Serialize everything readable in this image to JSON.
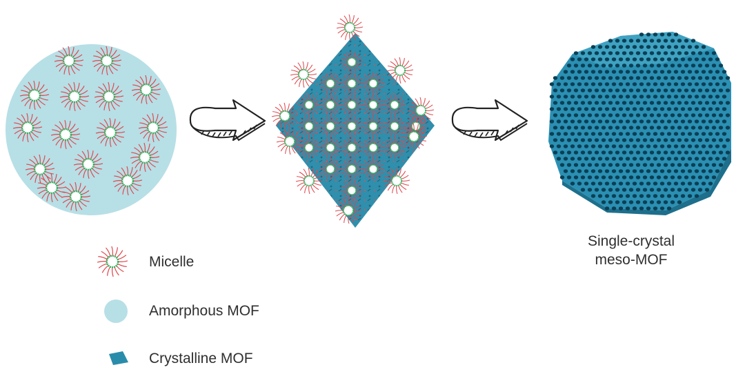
{
  "legend": {
    "micelle": "Micelle",
    "amorphous": "Amorphous MOF",
    "crystalline": "Crystalline MOF"
  },
  "result": {
    "line1": "Single-crystal",
    "line2": "meso-MOF"
  },
  "colors": {
    "amorphous_fill": "#b7dfe6",
    "crystal_fill": "#2e8fad",
    "crystal_dark": "#1f6f86",
    "micelle_core": "#2fae5a",
    "micelle_tail": "#e0454b",
    "meso_face": "#2b90b3",
    "meso_pore": "#0b3f55"
  },
  "icons": [
    "micelle-icon",
    "amorphous-mof-icon",
    "crystalline-mof-icon",
    "arrow-icon"
  ]
}
